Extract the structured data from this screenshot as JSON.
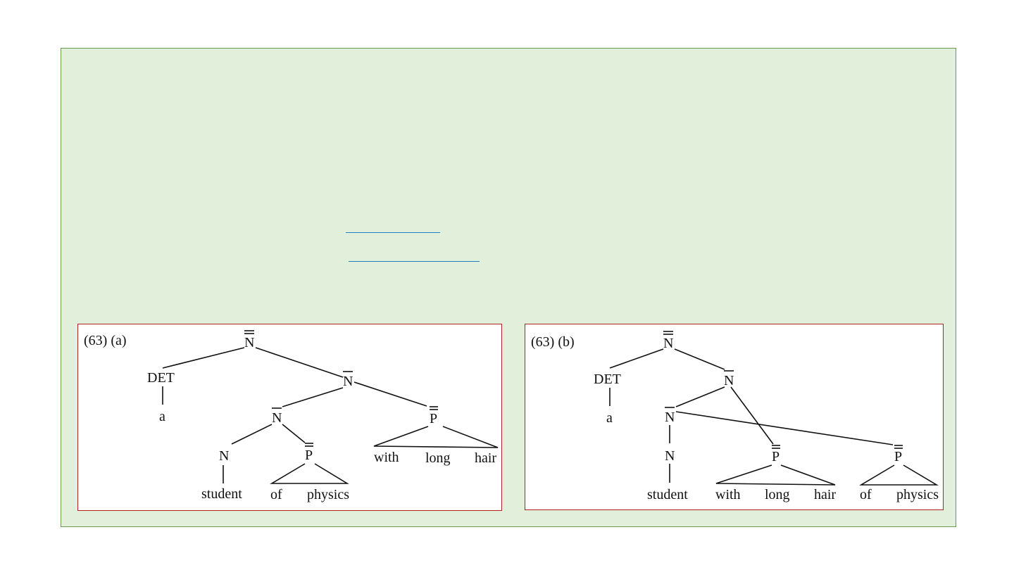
{
  "tree_a": {
    "label": "(63) (a)",
    "words": {
      "det": "DET",
      "a": "a",
      "n_top": "N",
      "n_bar": "N",
      "n_bar2": "N",
      "n": "N",
      "p_of": "P",
      "p_with": "P",
      "student": "student",
      "of": "of",
      "physics": "physics",
      "with": "with",
      "long": "long",
      "hair": "hair"
    }
  },
  "tree_b": {
    "label": "(63) (b)",
    "words": {
      "det": "DET",
      "a": "a",
      "n_top": "N",
      "n_bar": "N",
      "n_bar2": "N",
      "n": "N",
      "p_with": "P",
      "p_of": "P",
      "student": "student",
      "with": "with",
      "long": "long",
      "hair": "hair",
      "of": "of",
      "physics": "physics"
    }
  }
}
